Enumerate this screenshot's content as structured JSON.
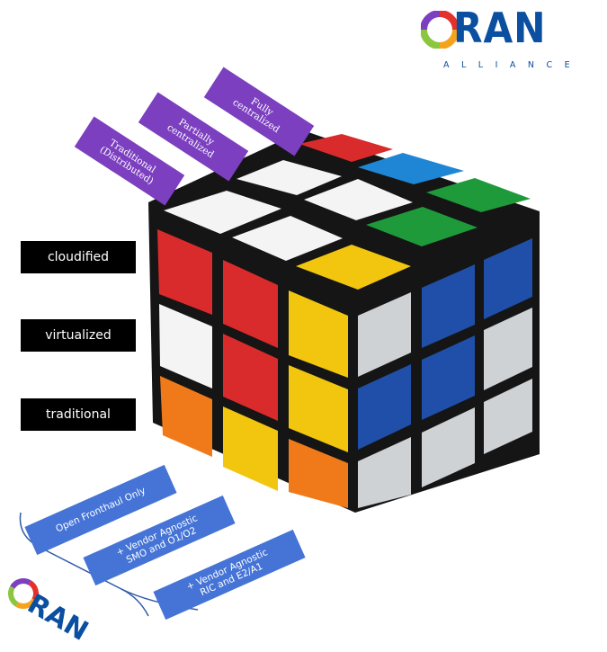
{
  "logo": {
    "main_text": "RAN",
    "sub_text": "ALLIANCE",
    "colors": {
      "blue": "#0a4fa0",
      "ring": [
        "#e4312b",
        "#f5a31a",
        "#8cc63f",
        "#2d9bd6",
        "#7b3fbf"
      ]
    }
  },
  "levels": [
    {
      "label": "cloudified"
    },
    {
      "label": "virtualized"
    },
    {
      "label": "traditional"
    }
  ],
  "centralization": [
    {
      "label": "Fully\ncentralized"
    },
    {
      "label": "Partially\ncentralized"
    },
    {
      "label": "Traditional\n(Distributed)"
    }
  ],
  "openness": [
    {
      "label": "Open Fronthaul Only"
    },
    {
      "label": "+ Vendor Agnostic\nSMO and O1/O2"
    },
    {
      "label": "+ Vendor Agnostic\nRIC and E2/A1"
    }
  ],
  "bottom_logo": {
    "text": "RAN"
  },
  "cube_colors": {
    "red": "#d92b2b",
    "white": "#f4f4f4",
    "blue": "#1f4fa8",
    "green": "#1f9a3a",
    "yellow": "#f2c50f",
    "orange": "#f07a1a",
    "sky": "#1f86d6",
    "grey": "#cfd2d4"
  }
}
